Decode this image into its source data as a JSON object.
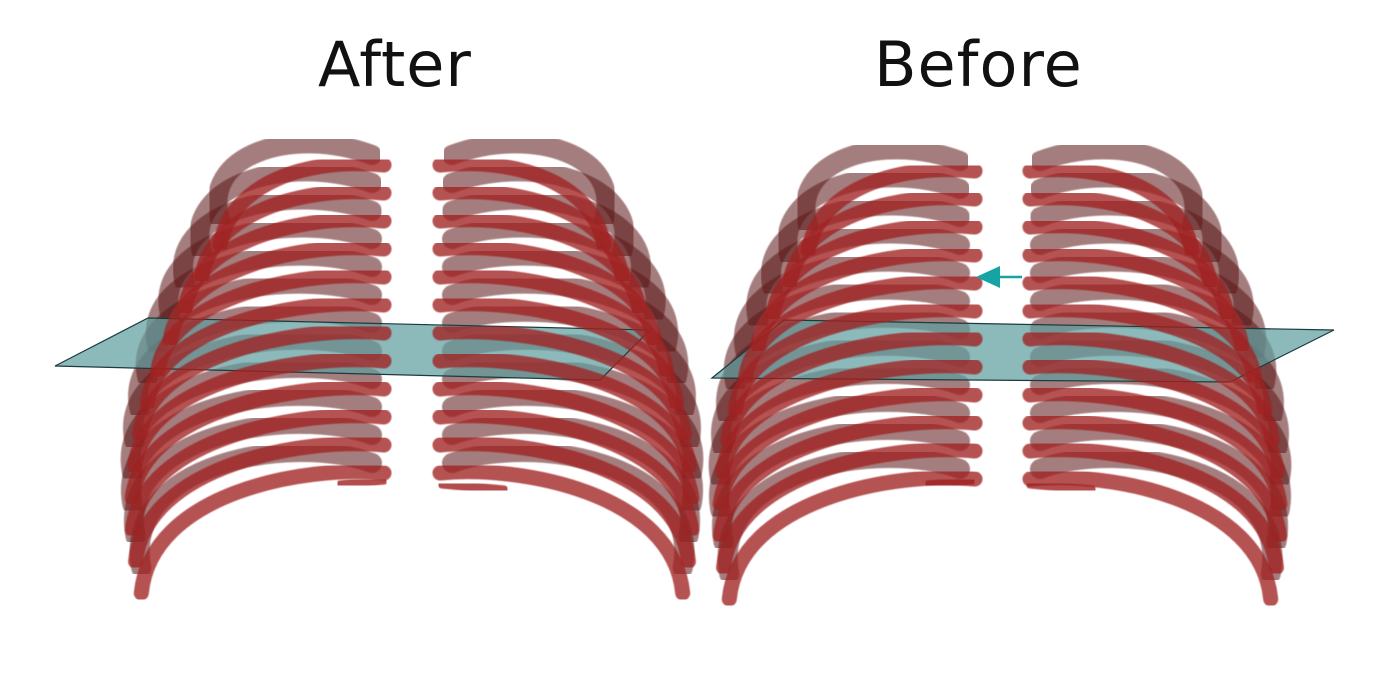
{
  "panels": [
    {
      "id": "after",
      "title": "After",
      "plane_color": "#5f9ea0",
      "rib_color": "#a01e1e"
    },
    {
      "id": "before",
      "title": "Before",
      "plane_color": "#5f9ea0",
      "rib_color": "#a01e1e"
    }
  ],
  "annotation": {
    "arrow_color": "#16a3a3",
    "icon": "arrow-left-icon"
  }
}
